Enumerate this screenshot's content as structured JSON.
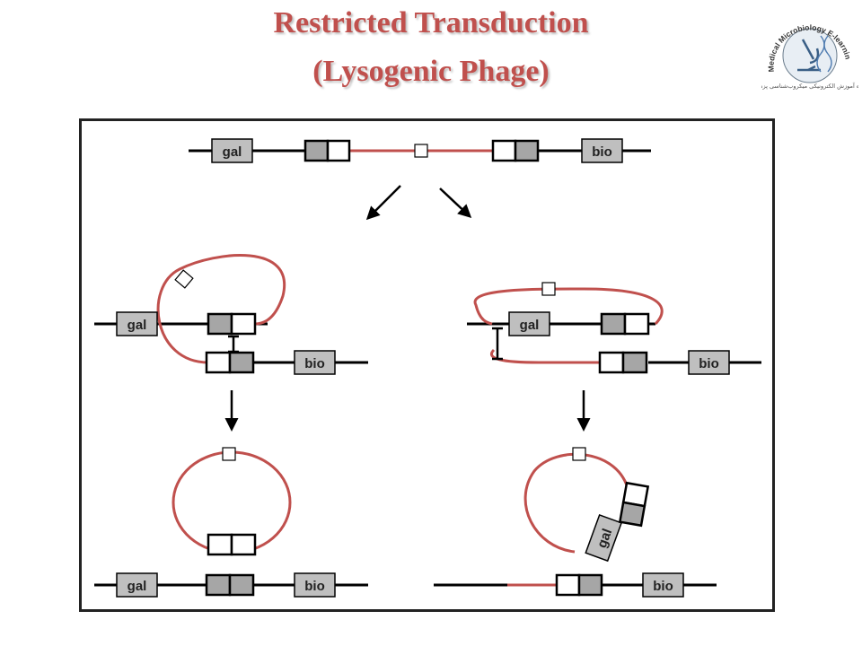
{
  "title": {
    "line1": "Restricted Transduction",
    "line2": "(Lysogenic Phage)",
    "color": "#c0504d"
  },
  "logo": {
    "arc_text": "Medical Microbiology E-learning Project",
    "subtext": "پروژه آموزش الکترونیکی میکروب‌شناسی پزشکی"
  },
  "labels": {
    "gal": "gal",
    "bio": "bio"
  },
  "colors": {
    "phage_dna": "#c0504d",
    "chromosome": "#000000",
    "gene_box_fill": "#bfbfbf",
    "att_box_fill": "#a6a6a6"
  }
}
